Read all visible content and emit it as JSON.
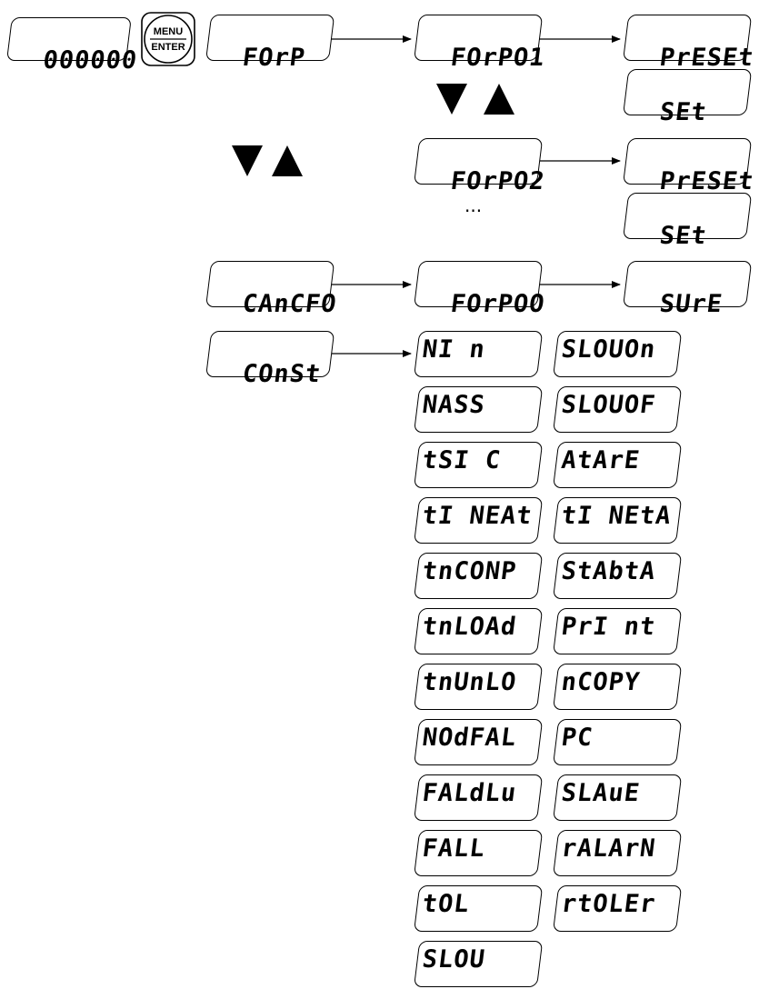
{
  "display": {
    "value": "000000"
  },
  "menu_enter": {
    "menu": "MENU",
    "enter": "ENTER"
  },
  "forp": {
    "label": "FOrP",
    "p01": {
      "label": "FOrPO1",
      "children": [
        "PrESEt",
        "SEt"
      ]
    },
    "p02": {
      "label": "FOrPO2",
      "children": [
        "PrESEt",
        "SEt"
      ]
    },
    "ellipsis": "..."
  },
  "cancfo": {
    "label": "CAnCFO",
    "child": "FOrPOO",
    "confirm": "SUrE"
  },
  "const": {
    "label": "COnSt",
    "params_col1": [
      "NI n",
      "NASS",
      "tSI C",
      "tI NEAt",
      "tnCONP",
      "tnLOAd",
      "tnUnLO",
      "NOdFAL",
      "FALdLu",
      "FALL",
      "tOL",
      "SLOU"
    ],
    "params_col2": [
      "SLOUOn",
      "SLOUOF",
      "AtArE",
      "tI NEtA",
      "StAbtA",
      "PrI nt",
      "nCOPY",
      "PC",
      "SLAuE",
      "rALArN",
      "rtOLEr"
    ]
  }
}
